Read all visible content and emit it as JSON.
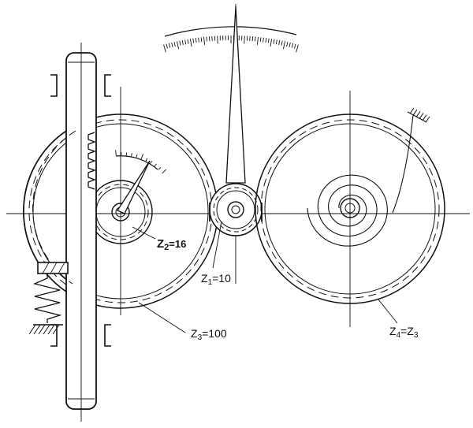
{
  "labels": {
    "z1": {
      "main": "Z",
      "sub": "1",
      "rest": "=10"
    },
    "z2": {
      "main": "Z",
      "sub": "2",
      "rest": "=16"
    },
    "z3": {
      "main": "Z",
      "sub": "3",
      "rest": "=100"
    },
    "z4": {
      "main": "Z",
      "sub": "4",
      "rest": "=Z",
      "sub2": "3"
    }
  },
  "colors": {
    "ink": "#111111",
    "paper": "#ffffff"
  }
}
